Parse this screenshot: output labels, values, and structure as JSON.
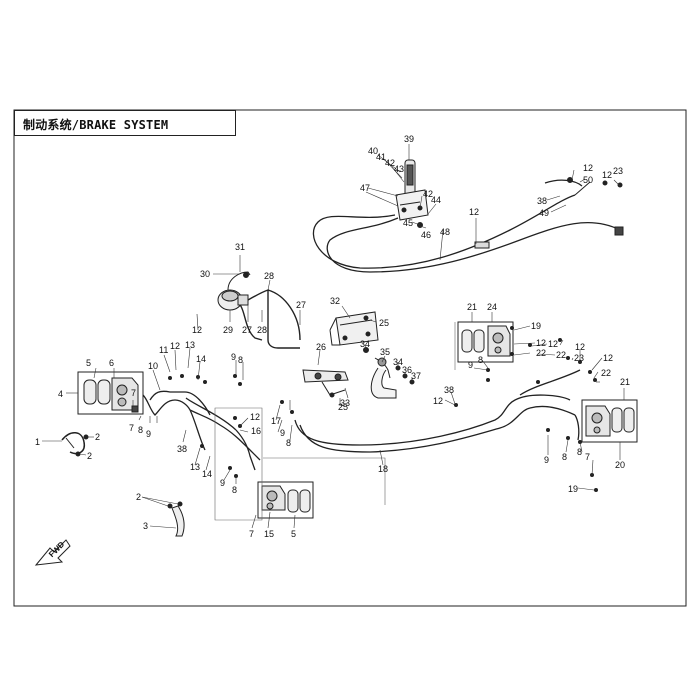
{
  "title": "制动系统/BRAKE SYSTEM",
  "direction_label": "FWD",
  "callouts": [
    {
      "id": "c39",
      "text": "39"
    },
    {
      "id": "c40",
      "text": "40"
    },
    {
      "id": "c41",
      "text": "41"
    },
    {
      "id": "c42a",
      "text": "42"
    },
    {
      "id": "c43",
      "text": "43"
    },
    {
      "id": "c47",
      "text": "47"
    },
    {
      "id": "c42b",
      "text": "42"
    },
    {
      "id": "c44",
      "text": "44"
    },
    {
      "id": "c45",
      "text": "45"
    },
    {
      "id": "c46",
      "text": "46"
    },
    {
      "id": "c48",
      "text": "48"
    },
    {
      "id": "c12a",
      "text": "12"
    },
    {
      "id": "c12b",
      "text": "12"
    },
    {
      "id": "c50",
      "text": "50"
    },
    {
      "id": "c12c",
      "text": "12"
    },
    {
      "id": "c23a",
      "text": "23"
    },
    {
      "id": "c38a",
      "text": "38"
    },
    {
      "id": "c49",
      "text": "49"
    },
    {
      "id": "c31",
      "text": "31"
    },
    {
      "id": "c30",
      "text": "30"
    },
    {
      "id": "c28a",
      "text": "28"
    },
    {
      "id": "c12d",
      "text": "12"
    },
    {
      "id": "c29",
      "text": "29"
    },
    {
      "id": "c27a",
      "text": "27"
    },
    {
      "id": "c28b",
      "text": "28"
    },
    {
      "id": "c27b",
      "text": "27"
    },
    {
      "id": "c32",
      "text": "32"
    },
    {
      "id": "c25a",
      "text": "25"
    },
    {
      "id": "c26",
      "text": "26"
    },
    {
      "id": "c34a",
      "text": "34"
    },
    {
      "id": "c35",
      "text": "35"
    },
    {
      "id": "c34b",
      "text": "34"
    },
    {
      "id": "c36",
      "text": "36"
    },
    {
      "id": "c37",
      "text": "37"
    },
    {
      "id": "c33",
      "text": "33"
    },
    {
      "id": "c25b",
      "text": "25"
    },
    {
      "id": "c5a",
      "text": "5"
    },
    {
      "id": "c6",
      "text": "6"
    },
    {
      "id": "c4",
      "text": "4"
    },
    {
      "id": "c7a",
      "text": "7"
    },
    {
      "id": "c7b",
      "text": "7"
    },
    {
      "id": "c8a",
      "text": "8"
    },
    {
      "id": "c9a",
      "text": "9"
    },
    {
      "id": "c10",
      "text": "10"
    },
    {
      "id": "c11",
      "text": "11"
    },
    {
      "id": "c12e",
      "text": "12"
    },
    {
      "id": "c13a",
      "text": "13"
    },
    {
      "id": "c14a",
      "text": "14"
    },
    {
      "id": "c9b",
      "text": "9"
    },
    {
      "id": "c8b",
      "text": "8"
    },
    {
      "id": "c12f",
      "text": "12"
    },
    {
      "id": "c16",
      "text": "16"
    },
    {
      "id": "c38b",
      "text": "38"
    },
    {
      "id": "c13b",
      "text": "13"
    },
    {
      "id": "c14b",
      "text": "14"
    },
    {
      "id": "c9c",
      "text": "9"
    },
    {
      "id": "c8c",
      "text": "8"
    },
    {
      "id": "c17",
      "text": "17"
    },
    {
      "id": "c9d",
      "text": "9"
    },
    {
      "id": "c8d",
      "text": "8"
    },
    {
      "id": "c1",
      "text": "1"
    },
    {
      "id": "c2a",
      "text": "2"
    },
    {
      "id": "c2b",
      "text": "2"
    },
    {
      "id": "c2c",
      "text": "2"
    },
    {
      "id": "c3",
      "text": "3"
    },
    {
      "id": "c7c",
      "text": "7"
    },
    {
      "id": "c15",
      "text": "15"
    },
    {
      "id": "c5b",
      "text": "5"
    },
    {
      "id": "c18",
      "text": "18"
    },
    {
      "id": "c21a",
      "text": "21"
    },
    {
      "id": "c24",
      "text": "24"
    },
    {
      "id": "c19a",
      "text": "19"
    },
    {
      "id": "c12g",
      "text": "12"
    },
    {
      "id": "c22a",
      "text": "22"
    },
    {
      "id": "c9e",
      "text": "9"
    },
    {
      "id": "c8e",
      "text": "8"
    },
    {
      "id": "c12h",
      "text": "12"
    },
    {
      "id": "c22b",
      "text": "22"
    },
    {
      "id": "c23b",
      "text": "23"
    },
    {
      "id": "c12i",
      "text": "12"
    },
    {
      "id": "c12j",
      "text": "12"
    },
    {
      "id": "c22c",
      "text": "22"
    },
    {
      "id": "c38c",
      "text": "38"
    },
    {
      "id": "c12k",
      "text": "12"
    },
    {
      "id": "c21b",
      "text": "21"
    },
    {
      "id": "c20",
      "text": "20"
    },
    {
      "id": "c9f",
      "text": "9"
    },
    {
      "id": "c8f",
      "text": "8"
    },
    {
      "id": "c7d",
      "text": "7"
    },
    {
      "id": "c8g",
      "text": "8"
    },
    {
      "id": "c19b",
      "text": "19"
    }
  ]
}
